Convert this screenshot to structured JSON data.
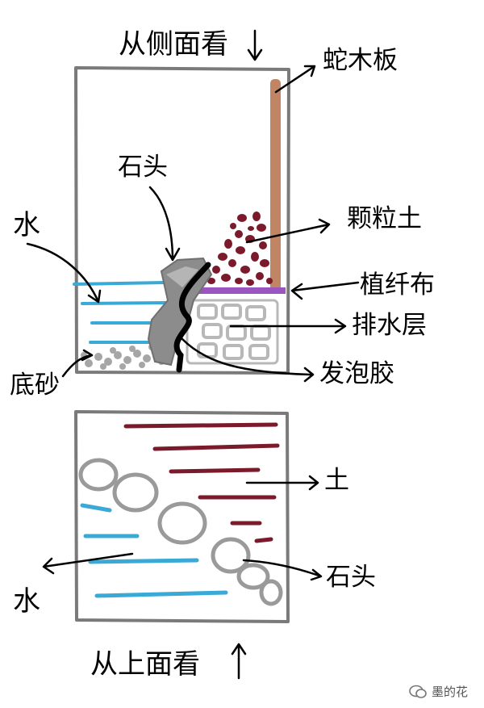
{
  "views": {
    "side": {
      "title": "从侧面看",
      "labels": {
        "board": "蛇木板",
        "stone": "石头",
        "water": "水",
        "granule_soil": "颗粒土",
        "plant_fiber": "植纤布",
        "drainage": "排水层",
        "sand": "底砂",
        "foam": "发泡胶"
      }
    },
    "top": {
      "title": "从上面看",
      "labels": {
        "soil": "土",
        "stone": "石头",
        "water": "水"
      }
    }
  },
  "watermark": {
    "text": "墨的花"
  },
  "colors": {
    "outline": "#7a7a7a",
    "board": "#c08565",
    "soil": "#7a1a2a",
    "fiber": "#9b55c0",
    "water": "#3aa9d6",
    "stone": "#8c8c8c",
    "sand": "#a6a6a6",
    "drainage": "#b8b8b8"
  }
}
